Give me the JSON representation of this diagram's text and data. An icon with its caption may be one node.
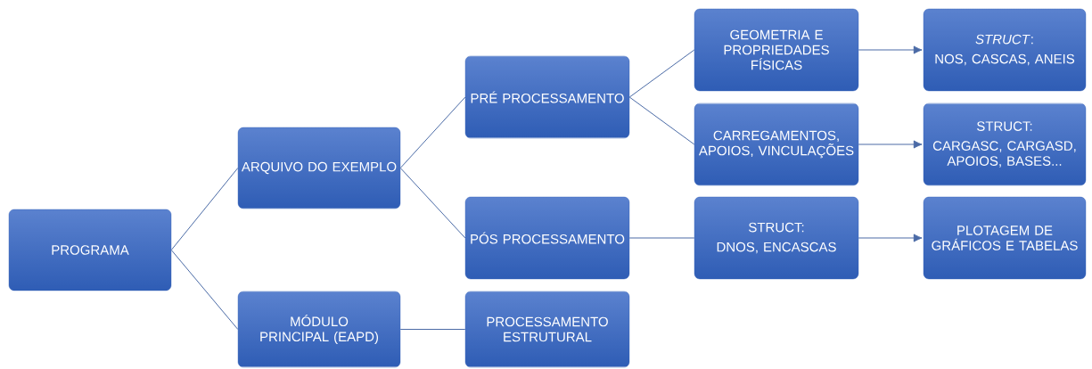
{
  "diagram": {
    "nodes": [
      {
        "text": [
          "PROGRAMA"
        ]
      },
      {
        "text": [
          "ARQUIVO DO EXEMPLO"
        ]
      },
      {
        "text": [
          "MÓDULO PRINCIPAL (EAPD)"
        ]
      },
      {
        "text": [
          "PRÉ PROCESSAMENTO"
        ]
      },
      {
        "text": [
          "PÓS PROCESSAMENTO"
        ]
      },
      {
        "text": [
          "PROCESSAMENTO ESTRUTURAL"
        ]
      },
      {
        "text": [
          "GEOMETRIA E PROPRIEDADES FÍSICAS"
        ]
      },
      {
        "text": [
          "CARREGAMENTOS, APOIOS, VINCULAÇÕES"
        ]
      },
      {
        "text": [
          "STRUCT:",
          "DNOS, ENCASCAS"
        ]
      },
      {
        "text": [
          "*STRUCT*:",
          "NOS, CASCAS, ANEIS"
        ]
      },
      {
        "text": [
          "STRUCT:",
          "CARGASC, CARGASD, APOIOS, BASES..."
        ]
      },
      {
        "text": [
          "PLOTAGEM DE GRÁFICOS E TABELAS"
        ]
      }
    ],
    "edges": [
      {
        "from": 0,
        "to": 1,
        "arrow": "none"
      },
      {
        "from": 0,
        "to": 2,
        "arrow": "none"
      },
      {
        "from": 1,
        "to": 3,
        "arrow": "none"
      },
      {
        "from": 1,
        "to": 4,
        "arrow": "none"
      },
      {
        "from": 2,
        "to": 5,
        "arrow": "none"
      },
      {
        "from": 3,
        "to": 6,
        "arrow": "none"
      },
      {
        "from": 3,
        "to": 7,
        "arrow": "none"
      },
      {
        "from": 4,
        "to": 8,
        "arrow": "none"
      },
      {
        "from": 6,
        "to": 9,
        "arrow": "to"
      },
      {
        "from": 7,
        "to": 10,
        "arrow": "to"
      },
      {
        "from": 8,
        "to": 11,
        "arrow": "to"
      }
    ]
  }
}
